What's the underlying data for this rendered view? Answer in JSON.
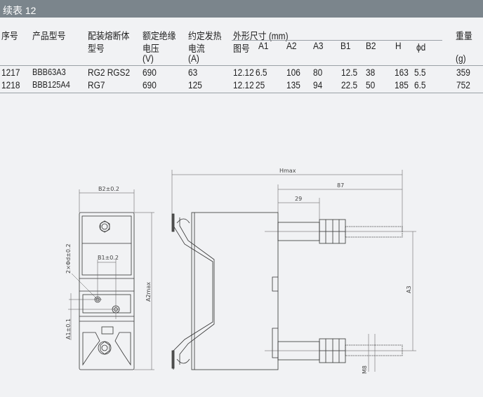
{
  "title": "续表 12",
  "table": {
    "headers": {
      "no": "序号",
      "model": "产品型号",
      "fuse_1": "配装熔断体",
      "fuse_2": "型号",
      "voltage_1": "额定绝缘",
      "voltage_2": "电压",
      "voltage_3": "(V)",
      "current_1": "约定发热",
      "current_2": "电流",
      "current_3": "(A)",
      "dims": "外形尺寸 (mm)",
      "fig": "图号",
      "A1": "A1",
      "A2": "A2",
      "A3": "A3",
      "B1": "B1",
      "B2": "B2",
      "H": "H",
      "d": "ϕd",
      "weight_1": "重量",
      "weight_2": "(g)"
    },
    "rows": [
      {
        "no": "1217",
        "model": "BBB63A3",
        "fuse": "RG2 RGS2",
        "voltage": "690",
        "current": "63",
        "fig": "12.12",
        "A1": "6.5",
        "A2": "106",
        "A3": "80",
        "B1": "12.5",
        "B2": "38",
        "H": "163",
        "d": "5.5",
        "weight": "359"
      },
      {
        "no": "1218",
        "model": "BBB125A4",
        "fuse": "RG7",
        "voltage": "690",
        "current": "125",
        "fig": "12.12",
        "A1": "25",
        "A2": "135",
        "A3": "94",
        "B1": "22.5",
        "B2": "50",
        "H": "185",
        "d": "6.5",
        "weight": "752"
      }
    ]
  },
  "drawing": {
    "b2": "B2±0.2",
    "b1": "B1±0.2",
    "d": "2×Φd±0.2",
    "a1": "A1±0.1",
    "a2": "A2max",
    "hmax": "Hmax",
    "dim87": "87",
    "dim29": "29",
    "a3": "A3",
    "m8": "M8"
  }
}
